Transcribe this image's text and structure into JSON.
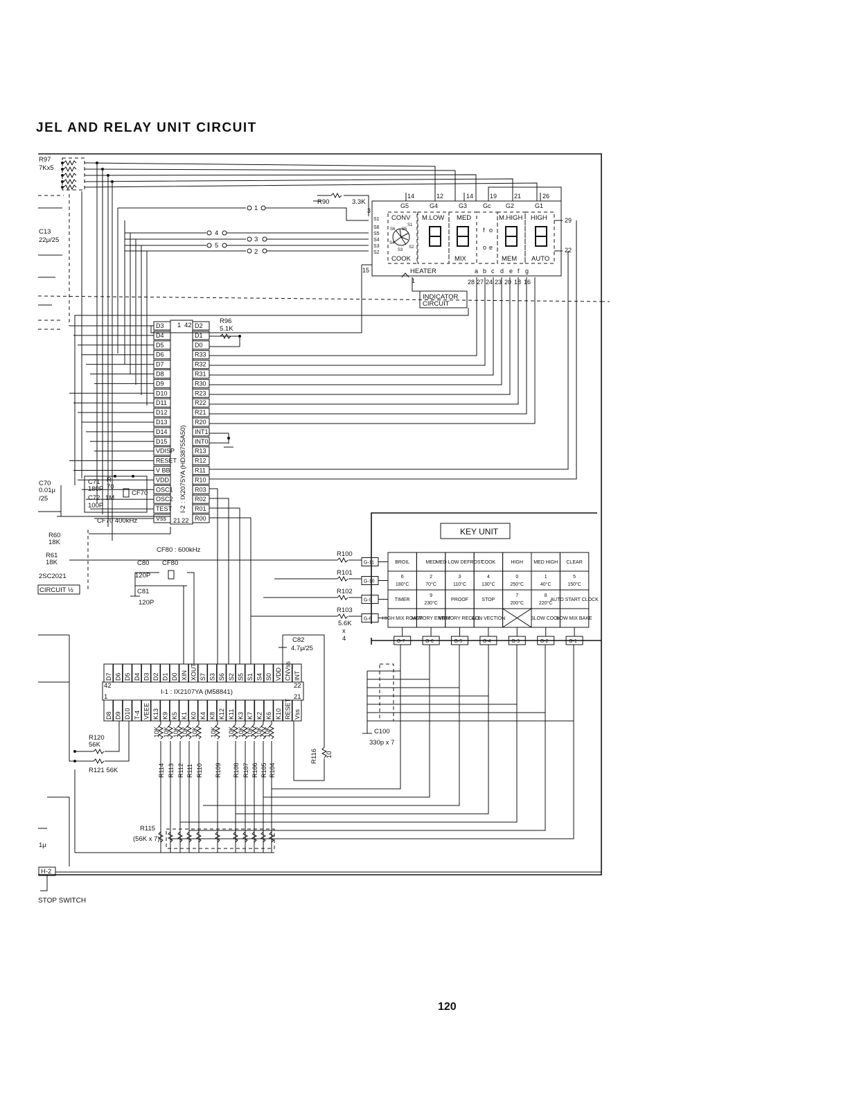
{
  "title": "JEL AND RELAY UNIT CIRCUIT",
  "page_number": "120",
  "stop_switch": "STOP SWITCH",
  "left_fragments": [
    "R97",
    "7Kx5",
    "C13",
    "22μ/25",
    "C70",
    "0.01μ",
    "/25",
    "R60",
    "18K",
    "R61",
    "18K",
    "2SC2021",
    "CIRCUIT ½",
    "1μ",
    "H-2"
  ],
  "display": {
    "grid_labels": [
      "G5",
      "G4",
      "G3",
      "Gc",
      "G2",
      "G1"
    ],
    "top_pins": [
      "14",
      "12",
      "14",
      "19",
      "21",
      "26"
    ],
    "words_top": [
      "CONV",
      "M.LOW",
      "MED",
      "M.HIGH",
      "HIGH"
    ],
    "words_bottom": [
      "COOK",
      "MIX",
      "MEM",
      "AUTO"
    ],
    "heater": "HEATER",
    "seg_letters": [
      "a",
      "b",
      "c",
      "d",
      "e",
      "f",
      "g"
    ],
    "bottom_pins": [
      "28",
      "27",
      "24",
      "23",
      "20",
      "18",
      "16"
    ],
    "side_pins_left": [
      "3",
      "S1",
      "S6",
      "S5",
      "S4",
      "S3",
      "S2",
      "15"
    ],
    "right_pins": [
      "29",
      "22"
    ],
    "pin_one": "1",
    "indicator": [
      "INDICATOR",
      "CIRCUIT"
    ],
    "fan_labels": [
      "S1",
      "S6",
      "S5",
      "S4",
      "S3",
      "S2"
    ]
  },
  "resistors": {
    "r90": "R90",
    "r90_val": "3.3K",
    "r96": "R96",
    "r96_val": "5.1K",
    "switch_nums": [
      "1",
      "4",
      "3",
      "5",
      "2"
    ]
  },
  "ic2": {
    "name": "I-2 : IX2075YA (HD38755A50)",
    "pin1": "1",
    "pin42": "42",
    "pin21": "21",
    "pin22": "22",
    "left_pins": [
      "D3",
      "D4",
      "D5",
      "D6",
      "D7",
      "D8",
      "D9",
      "D10",
      "D11",
      "D12",
      "D13",
      "D14",
      "D15",
      "VDISP",
      "RESET",
      "V BB",
      "VDD",
      "OSC1",
      "OSC2",
      "TEST",
      "Vss"
    ],
    "right_pins": [
      "D2",
      "D1",
      "D0",
      "R33",
      "R32",
      "R31",
      "R30",
      "R23",
      "R22",
      "R21",
      "R20",
      "INT1",
      "INT0",
      "R13",
      "R12",
      "R11",
      "R10",
      "R03",
      "R02",
      "R01",
      "R00"
    ]
  },
  "osc": {
    "c71": "C71",
    "c71_val": "180P",
    "r70": "R",
    "r70_val": "70",
    "c72": "C72",
    "c72_val": "100P",
    "r1m": "1M",
    "cf70": "CF70",
    "cf70_note": "CF70 400kHz",
    "cf80_note": "CF80 : 600kHz",
    "c80": "C80",
    "c80_val": "120P",
    "cf80": "CF80",
    "c81": "C81",
    "c81_val": "120P",
    "c82": "C82",
    "c82_val": "4.7μ/25"
  },
  "key_unit": {
    "title": "KEY UNIT",
    "row_resistors": [
      "R100",
      "R101",
      "R102",
      "R103"
    ],
    "row_res_val": "5.6K",
    "row_res_x": "x",
    "row_res_n": "4",
    "rows": [
      "G-11",
      "G-10",
      "G-9",
      "G-8"
    ],
    "cols": [
      "G-7",
      "G-6",
      "G-5",
      "G-4",
      "G-3",
      "G-2",
      "G-1"
    ],
    "keys_row1": [
      "BROIL",
      "MED",
      "MED LOW DEFROST",
      "COOK",
      "HIGH",
      "MED HIGH",
      "CLEAR"
    ],
    "keys_row2_num": [
      "6",
      "2",
      "3",
      "4",
      "0",
      "1",
      "5"
    ],
    "keys_row2_temp": [
      "180°C",
      "70°C",
      "110°C",
      "130°C",
      "250°C",
      "40°C",
      "150°C"
    ],
    "keys_row3": [
      "TIMER",
      "9",
      "PROOF",
      "STOP",
      "7",
      "8",
      "AUTO START CLOCK"
    ],
    "keys_row3_temp": [
      "",
      "230°C",
      "",
      "",
      "200°C",
      "220°C",
      ""
    ],
    "keys_row4": [
      "HIGH MIX ROAST",
      "MEMORY ENTRY",
      "MEMORY RECALL",
      "CON VECTION",
      "",
      "SLOW COOK",
      "LOW MIX BAKE"
    ],
    "c100": "C100",
    "c100_val": "330p x 7"
  },
  "ic1": {
    "name": "I-1 : IX2107YA (M58841)",
    "pin42": "42",
    "pin22": "22",
    "pin1": "1",
    "pin21": "21",
    "top_pins": [
      "D7",
      "D6",
      "D5",
      "D4",
      "D3",
      "D2",
      "D1",
      "D0",
      "XIN",
      "XOUT",
      "S7",
      "S3",
      "S6",
      "S2",
      "S5",
      "S1",
      "S4",
      "S0",
      "VDD",
      "CNVss",
      "INT"
    ],
    "bottom_pins": [
      "D8",
      "D9",
      "D10",
      "T-4",
      "VEEE",
      "K13",
      "K9",
      "K5",
      "K1",
      "K0",
      "K4",
      "K8",
      "K12",
      "K11",
      "K3",
      "K7",
      "K2",
      "K6",
      "K10",
      "RESET",
      "Vss"
    ]
  },
  "bottom_resistors": {
    "r120": "R120",
    "r120_val": "56K",
    "r121": "R121 56K",
    "names": [
      "R114",
      "R113",
      "R112",
      "R111",
      "R110",
      "R109",
      "R108",
      "R107",
      "R106",
      "R105",
      "R104"
    ],
    "vals": [
      "10K",
      "10K",
      "10K",
      "10K",
      "10K",
      "10K",
      "10K",
      "10K",
      "10K",
      "10K",
      "10K"
    ],
    "r116": "R116",
    "r116_val": "10",
    "r115": "R115",
    "r115_val": "(56K x 7)"
  }
}
